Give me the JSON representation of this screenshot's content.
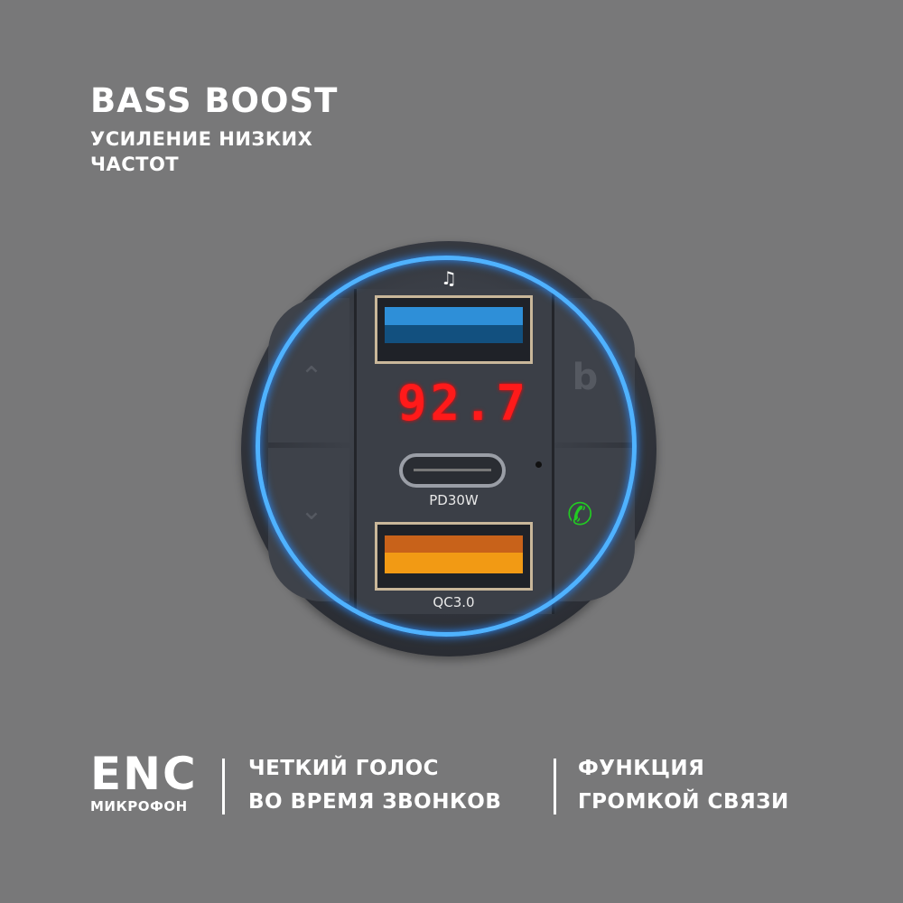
{
  "headline": {
    "title": "BASS BOOST",
    "subtitle_lines": [
      "УСИЛЕНИЕ НИЗКИХ",
      "ЧАСТОТ"
    ]
  },
  "device": {
    "display": "92.7",
    "usb_c_label": "PD30W",
    "usb_a_label": "QC3.0",
    "icons": [
      "music-note-icon",
      "up-icon",
      "down-icon",
      "bass-icon",
      "phone-call-icon"
    ]
  },
  "features": {
    "enc_title": "ENC",
    "enc_sub": "МИКРОФОН",
    "f1": [
      "ЧЕТКИЙ ГОЛОС",
      "ВО ВРЕМЯ ЗВОНКОВ"
    ],
    "f2": [
      "ФУНКЦИЯ",
      "ГРОМКОЙ СВЯЗИ"
    ]
  },
  "colors": {
    "background": "#787879",
    "ring": "#4fb2ff",
    "display": "#ff1a1a",
    "call": "#22cc22"
  }
}
